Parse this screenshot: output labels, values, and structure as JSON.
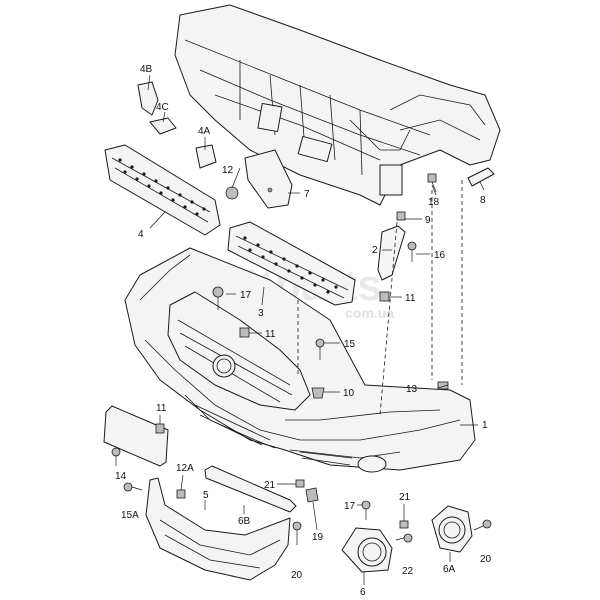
{
  "watermark": {
    "brand": "Xparts",
    "domain": "com.ua"
  },
  "callouts": [
    {
      "id": "c1",
      "text": "1"
    },
    {
      "id": "c2",
      "text": "2"
    },
    {
      "id": "c3",
      "text": "3"
    },
    {
      "id": "c4",
      "text": "4"
    },
    {
      "id": "c4A",
      "text": "4A"
    },
    {
      "id": "c4B",
      "text": "4B"
    },
    {
      "id": "c4C",
      "text": "4C"
    },
    {
      "id": "c5",
      "text": "5"
    },
    {
      "id": "c6",
      "text": "6"
    },
    {
      "id": "c6A",
      "text": "6A"
    },
    {
      "id": "c6B",
      "text": "6B"
    },
    {
      "id": "c7",
      "text": "7"
    },
    {
      "id": "c8",
      "text": "8"
    },
    {
      "id": "c9",
      "text": "9"
    },
    {
      "id": "c10",
      "text": "10"
    },
    {
      "id": "c11a",
      "text": "11"
    },
    {
      "id": "c11b",
      "text": "11"
    },
    {
      "id": "c11c",
      "text": "11"
    },
    {
      "id": "c12",
      "text": "12"
    },
    {
      "id": "c12A",
      "text": "12A"
    },
    {
      "id": "c13",
      "text": "13"
    },
    {
      "id": "c14",
      "text": "14"
    },
    {
      "id": "c15",
      "text": "15"
    },
    {
      "id": "c15A",
      "text": "15A"
    },
    {
      "id": "c16",
      "text": "16"
    },
    {
      "id": "c17a",
      "text": "17"
    },
    {
      "id": "c17b",
      "text": "17"
    },
    {
      "id": "c18",
      "text": "18"
    },
    {
      "id": "c19",
      "text": "19"
    },
    {
      "id": "c20a",
      "text": "20"
    },
    {
      "id": "c20b",
      "text": "20"
    },
    {
      "id": "c21a",
      "text": "21"
    },
    {
      "id": "c21b",
      "text": "21"
    },
    {
      "id": "c22",
      "text": "22"
    }
  ]
}
